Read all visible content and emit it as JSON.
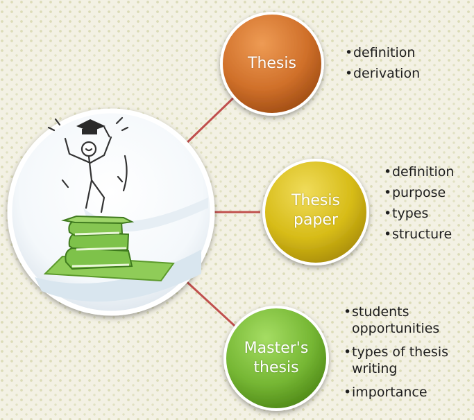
{
  "nodes": [
    {
      "label_lines": [
        "Thesis"
      ],
      "bullets": [
        "definition",
        "derivation"
      ]
    },
    {
      "label_lines": [
        "Thesis",
        "paper"
      ],
      "bullets": [
        "definition",
        "purpose",
        "types",
        "structure"
      ]
    },
    {
      "label_lines": [
        "Master's",
        "thesis"
      ],
      "bullets": [
        "students opportunities",
        "types of thesis writing",
        "importance"
      ]
    }
  ],
  "colors": {
    "connector": "#c0504d",
    "node_thesis": "#d8772b",
    "node_thesis_paper": "#dcc21e",
    "node_masters_thesis": "#7fc039",
    "books_green": "#7ec24a"
  }
}
